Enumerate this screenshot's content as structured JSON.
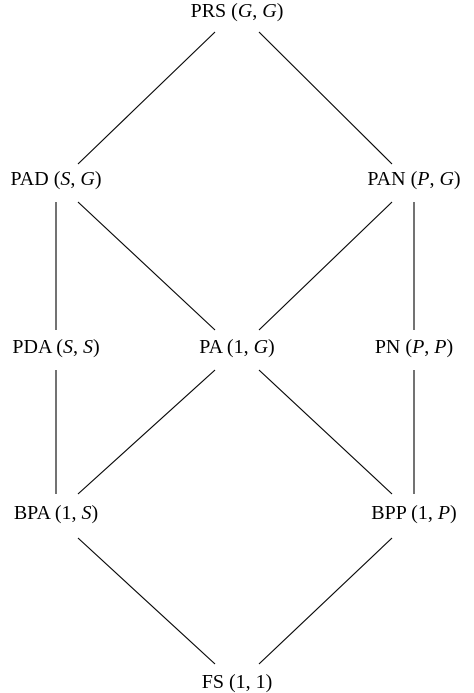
{
  "nodes": [
    {
      "id": "PRS",
      "name": "PRS",
      "params": [
        "G",
        "G"
      ]
    },
    {
      "id": "PAD",
      "name": "PAD",
      "params": [
        "S",
        "G"
      ]
    },
    {
      "id": "PAN",
      "name": "PAN",
      "params": [
        "P",
        "G"
      ]
    },
    {
      "id": "PDA",
      "name": "PDA",
      "params": [
        "S",
        "S"
      ]
    },
    {
      "id": "PA",
      "name": "PA",
      "params": [
        "1",
        "G"
      ]
    },
    {
      "id": "PN",
      "name": "PN",
      "params": [
        "P",
        "P"
      ]
    },
    {
      "id": "BPA",
      "name": "BPA",
      "params": [
        "1",
        "S"
      ]
    },
    {
      "id": "BPP",
      "name": "BPP",
      "params": [
        "1",
        "P"
      ]
    },
    {
      "id": "FS",
      "name": "FS",
      "params": [
        "1",
        "1"
      ]
    }
  ],
  "edges": [
    [
      "PRS",
      "PAD"
    ],
    [
      "PRS",
      "PAN"
    ],
    [
      "PAD",
      "PDA"
    ],
    [
      "PAD",
      "PA"
    ],
    [
      "PAN",
      "PA"
    ],
    [
      "PAN",
      "PN"
    ],
    [
      "PDA",
      "BPA"
    ],
    [
      "PA",
      "BPA"
    ],
    [
      "PA",
      "BPP"
    ],
    [
      "PN",
      "BPP"
    ],
    [
      "BPA",
      "FS"
    ],
    [
      "BPP",
      "FS"
    ]
  ]
}
